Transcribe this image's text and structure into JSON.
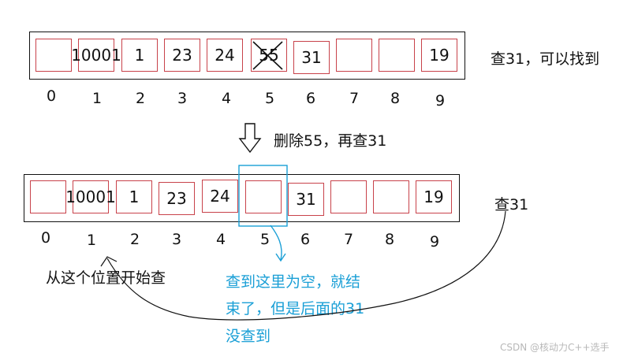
{
  "top_array": {
    "cells": [
      "",
      "10001",
      "1",
      "23",
      "24",
      "55",
      "31",
      "",
      "",
      "19"
    ],
    "indices": [
      "0",
      "1",
      "2",
      "3",
      "4",
      "5",
      "6",
      "7",
      "8",
      "9"
    ],
    "side_label": "查31，可以找到"
  },
  "middle_label": "删除55，再查31",
  "bottom_array": {
    "cells": [
      "",
      "10001",
      "1",
      "23",
      "24",
      "",
      "31",
      "",
      "",
      "19"
    ],
    "indices": [
      "0",
      "1",
      "2",
      "3",
      "4",
      "5",
      "6",
      "7",
      "8",
      "9"
    ],
    "side_label": "查31"
  },
  "annotations": {
    "start_note": "从这个位置开始查",
    "empty_note_line1": "查到这里为空，就结",
    "empty_note_line2": "束了，但是后面的31",
    "empty_note_line3": "没查到"
  },
  "watermark": "CSDN @核动力C++选手",
  "colors": {
    "cell_border": "#c8424a",
    "highlight": "#1a9fd6",
    "text": "#111111"
  }
}
